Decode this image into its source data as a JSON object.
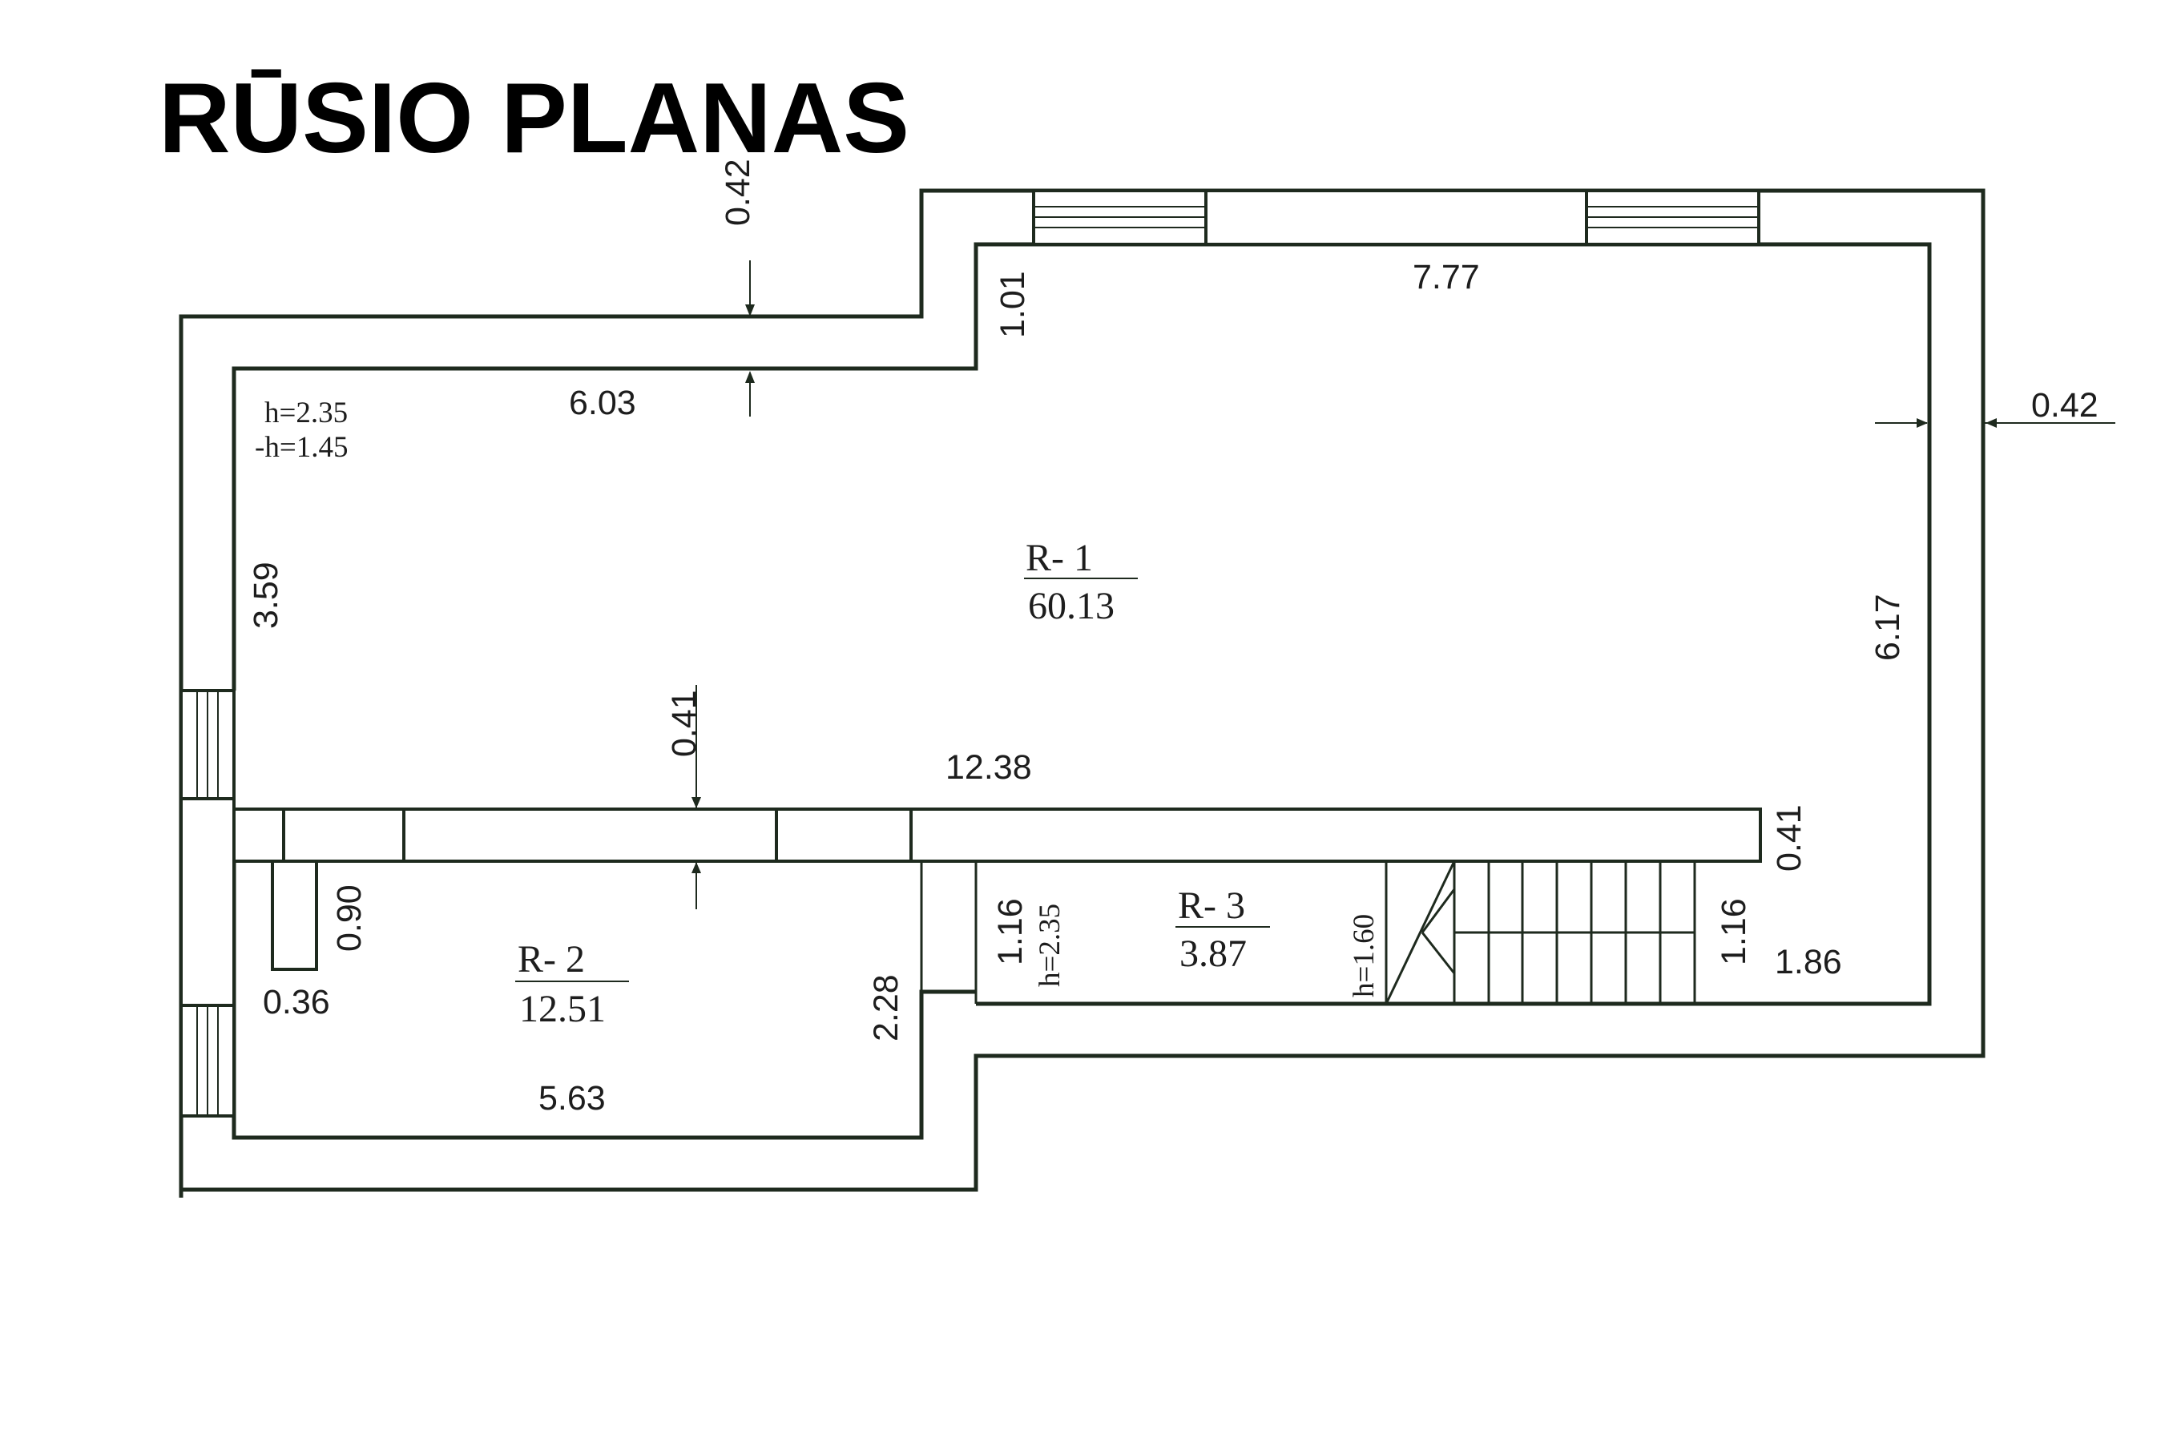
{
  "title": "RŪSIO PLANAS",
  "rooms": [
    {
      "id": "R- 1",
      "area": "60.13"
    },
    {
      "id": "R- 2",
      "area": "12.51"
    },
    {
      "id": "R- 3",
      "area": "3.87"
    }
  ],
  "heights": {
    "r1_h": "h=2.35",
    "r1_minus_h": "-h=1.45",
    "r3_h": "h=2.35",
    "stair_h": "h=1.60"
  },
  "dimensions": {
    "wall_top_left": "0.42",
    "step_height": "1.01",
    "top_right_length": "7.77",
    "top_left_length": "6.03",
    "wall_right": "0.42",
    "left_height": "3.59",
    "right_height": "6.17",
    "partition_thickness": "0.41",
    "partition_length": "12.38",
    "partition_thickness_right": "0.41",
    "column_height": "0.90",
    "column_width": "0.36",
    "r3_height": "1.16",
    "stair_height": "1.16",
    "stair_length": "1.86",
    "r2_height": "2.28",
    "r2_length": "5.63"
  }
}
